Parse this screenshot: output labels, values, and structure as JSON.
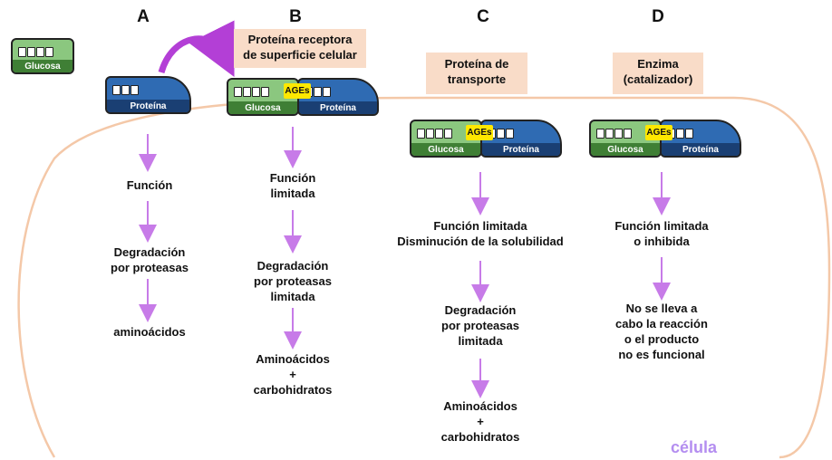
{
  "columns": {
    "a": {
      "letter": "A"
    },
    "b": {
      "letter": "B",
      "header_line1": "Proteína receptora",
      "header_line2": "de superficie celular"
    },
    "c": {
      "letter": "C",
      "header_line1": "Proteína de",
      "header_line2": "transporte"
    },
    "d": {
      "letter": "D",
      "header_line1": "Enzima",
      "header_line2": "(catalizador)"
    }
  },
  "train_labels": {
    "glucose": "Glucosa",
    "protein": "Proteína",
    "ages": "AGEs"
  },
  "steps": {
    "a1": "Función",
    "a2_l1": "Degradación",
    "a2_l2": "por proteasas",
    "a3": "aminoácidos",
    "b1_l1": "Función",
    "b1_l2": "limitada",
    "b2_l1": "Degradación",
    "b2_l2": "por proteasas",
    "b2_l3": "limitada",
    "b3_l1": "Aminoácidos",
    "b3_l2": "+",
    "b3_l3": "carbohidratos",
    "c1_l1": "Función limitada",
    "c1_l2": "Disminución de la solubilidad",
    "c2_l1": "Degradación",
    "c2_l2": "por proteasas",
    "c2_l3": "limitada",
    "c3_l1": "Aminoácidos",
    "c3_l2": "+",
    "c3_l3": "carbohidratos",
    "d1_l1": "Función limitada",
    "d1_l2": "o inhibida",
    "d2_l1": "No se lleva a",
    "d2_l2": "cabo la reacción",
    "d2_l3": "o el producto",
    "d2_l4": "no es funcional"
  },
  "cell_label": "célula",
  "colors": {
    "glucose_car": "#8bc77f",
    "glucose_dark": "#3f7f35",
    "protein_car": "#2f6bb3",
    "protein_dark": "#1a3f73",
    "ages": "#ffe800",
    "arrow": "#c77be8",
    "cell_border": "#f4c8a8",
    "header_box": "#f9dcc8"
  }
}
